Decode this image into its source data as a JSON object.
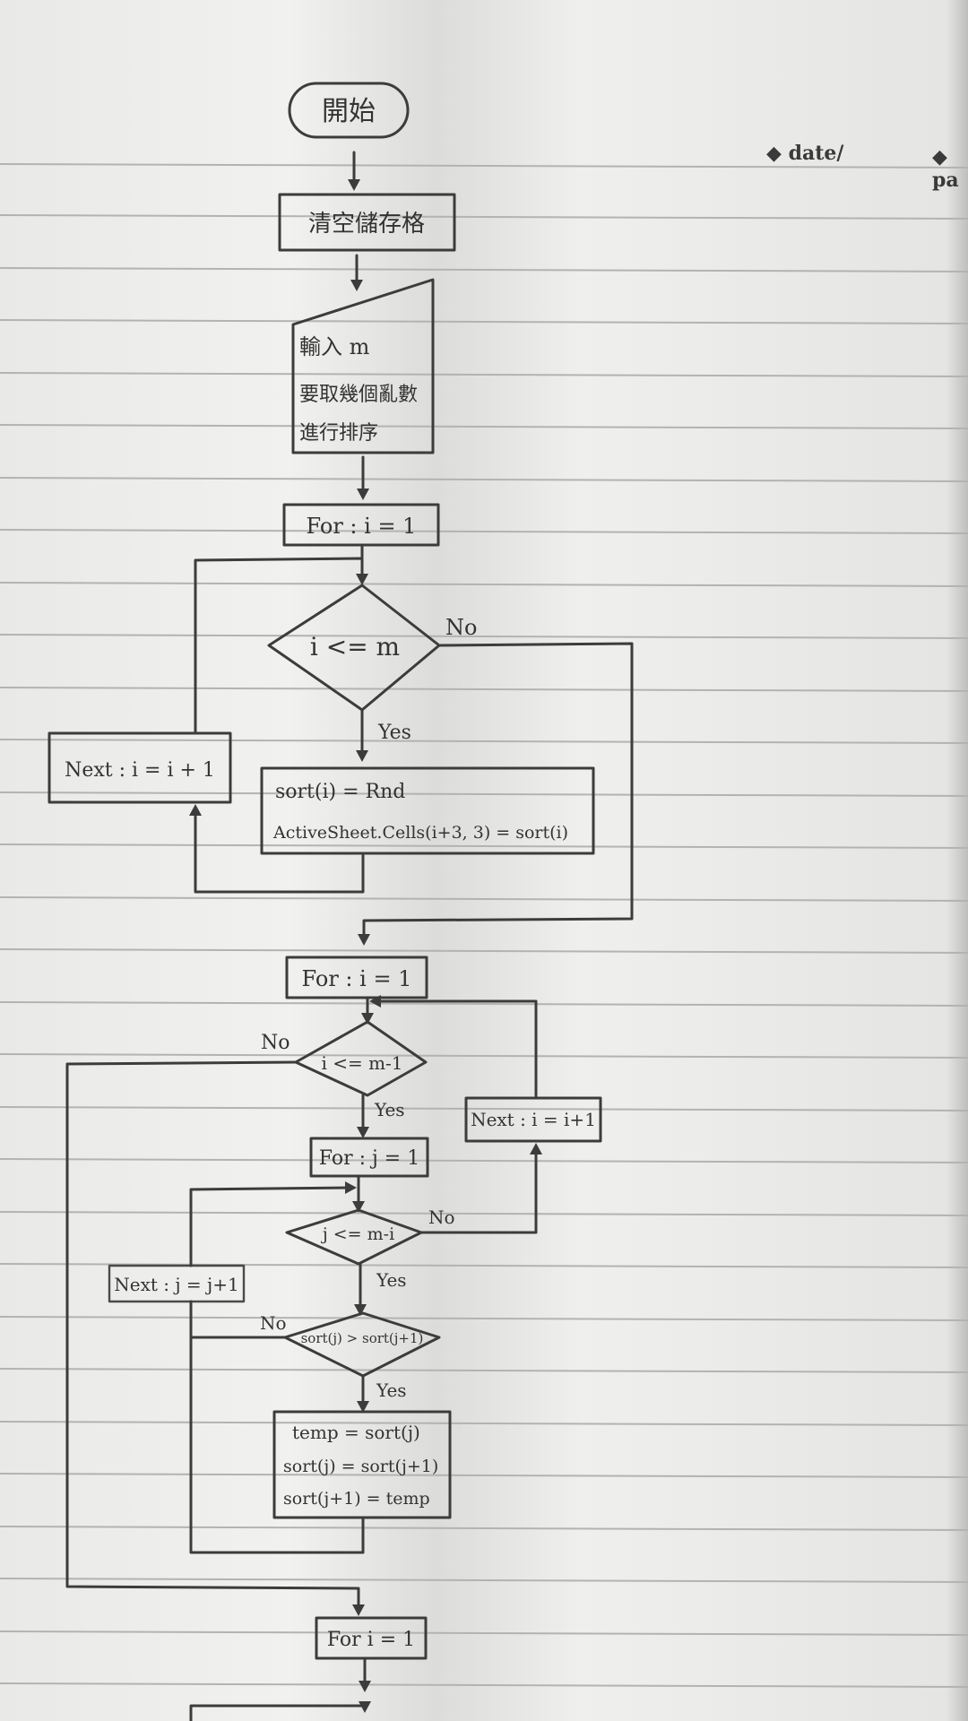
{
  "notebook_header": {
    "date_label": "date/",
    "page_label": "pa"
  },
  "flowchart": {
    "start": "開始",
    "clear_cells": "清空儲存格",
    "input_lines": [
      "輸入 m",
      "要取幾個亂數",
      "進行排序"
    ],
    "for_i_1": "For : i = 1",
    "cond_i_le_m": "i <= m",
    "no": "No",
    "yes": "Yes",
    "next_i_1": "Next : i = i + 1",
    "assign_lines": [
      "sort(i) = Rnd",
      "ActiveSheet.Cells(i+3, 3) = sort(i)"
    ],
    "for_i_2": "For : i = 1",
    "cond_i_le_m_1": "i <= m-1",
    "next_i_2": "Next : i = i+1",
    "for_j": "For : j = 1",
    "cond_j_le_m_i": "j <= m-i",
    "next_j": "Next : j = j+1",
    "cond_swap": "sort(j) > sort(j+1)",
    "swap_lines": [
      "temp = sort(j)",
      "sort(j) = sort(j+1)",
      "sort(j+1) = temp"
    ],
    "for_i_3": "For i = 1"
  }
}
